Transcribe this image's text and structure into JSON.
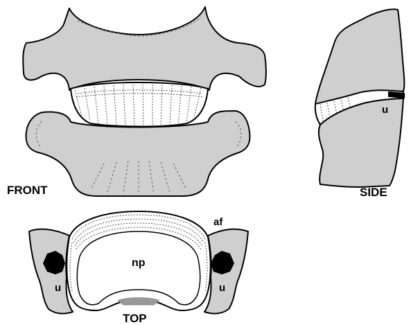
{
  "labels": {
    "front": "FRONT",
    "side": "SIDE",
    "top": "TOP",
    "side_u": "u",
    "annulus": "af",
    "nucleus": "np",
    "left_u": "u",
    "right_u": "u"
  },
  "colors": {
    "bone": "#cfcfcf",
    "outline": "#000000",
    "disc": "#ffffff",
    "foramen": "#000000"
  }
}
